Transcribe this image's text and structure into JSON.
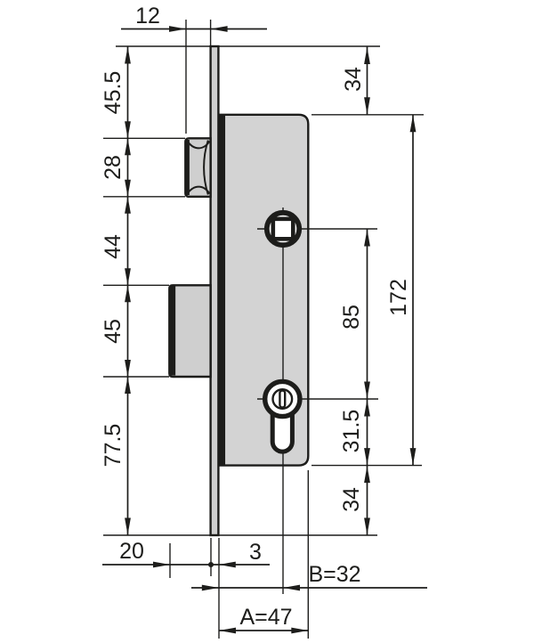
{
  "diagram": {
    "type": "technical-drawing-lock-cross-section",
    "dims": {
      "faceplate_width": "12",
      "top_to_latch": "45.5",
      "latch_height": "28",
      "latch_to_deadbolt": "44",
      "deadbolt_height": "45",
      "deadbolt_to_bottom": "77.5",
      "top_overhang": "34",
      "body_height": "172",
      "spindle_to_cylinder": "85",
      "cylinder_to_body_bottom": "31.5",
      "bottom_overhang": "34",
      "deadbolt_throw": "20",
      "faceplate_thickness": "3",
      "backset": "B=32",
      "body_depth": "A=47"
    },
    "colors": {
      "line": "#1d1d1b",
      "body_fill": "#d3d3d3",
      "plate_fill": "#cfcfcf",
      "background": "#ffffff"
    }
  }
}
